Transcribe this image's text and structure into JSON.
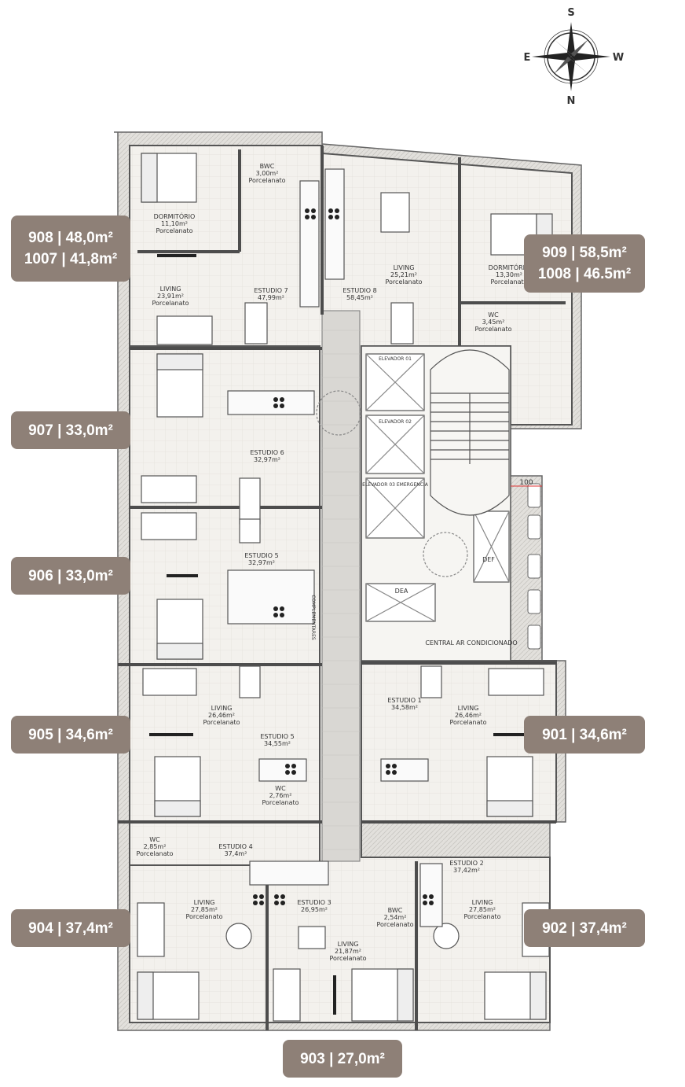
{
  "compass": {
    "north": "N",
    "south": "S",
    "east": "E",
    "west": "W"
  },
  "units": {
    "u908": {
      "line1": "908 | 48,0m²",
      "line2": "1007 | 41,8m²"
    },
    "u909": {
      "line1": "909 | 58,5m²",
      "line2": "1008 | 46.5m²"
    },
    "u907": "907 | 33,0m²",
    "u906": "906 | 33,0m²",
    "u905": "905 | 34,6m²",
    "u901": "901 | 34,6m²",
    "u904": "904 | 37,4m²",
    "u902": "902 | 37,4m²",
    "u903": "903 | 27,0m²"
  },
  "rooms": {
    "estudio7": {
      "name": "ESTUDIO 7",
      "area": "47,99m²"
    },
    "estudio8": {
      "name": "ESTUDIO 8",
      "area": "58,45m²"
    },
    "dormitorio7": {
      "name": "DORMITÓRIO",
      "area": "11,10m²",
      "finish": "Porcelanato"
    },
    "living7": {
      "name": "LIVING",
      "area": "23,91m²",
      "finish": "Porcelanato"
    },
    "bwc7": {
      "name": "BWC",
      "area": "3,00m²",
      "finish": "Porcelanato"
    },
    "living8": {
      "name": "LIVING",
      "area": "25,21m²",
      "finish": "Porcelanato"
    },
    "dormitorio8": {
      "name": "DORMITÓRIO",
      "area": "13,30m²",
      "finish": "Porcelanato"
    },
    "wc8": {
      "name": "WC",
      "area": "3,45m²",
      "finish": "Porcelanato"
    },
    "estudio6": {
      "name": "ESTUDIO 6",
      "area": "32,97m²"
    },
    "estudio5a": {
      "name": "ESTUDIO 5",
      "area": "32,97m²"
    },
    "estudio5b": {
      "name": "ESTUDIO 5",
      "area": "34,55m²"
    },
    "living5b": {
      "name": "LIVING",
      "area": "26,46m²",
      "finish": "Porcelanato"
    },
    "wc5b": {
      "name": "WC",
      "area": "2,76m²",
      "finish": "Porcelanato"
    },
    "estudio1": {
      "name": "ESTUDIO 1",
      "area": "34,58m²"
    },
    "living1": {
      "name": "LIVING",
      "area": "26,46m²",
      "finish": "Porcelanato"
    },
    "estudio4": {
      "name": "ESTUDIO 4",
      "area": "37,4m²"
    },
    "living4": {
      "name": "LIVING",
      "area": "27,85m²",
      "finish": "Porcelanato"
    },
    "wc4": {
      "name": "WC",
      "area": "2,85m²",
      "finish": "Porcelanato"
    },
    "estudio3": {
      "name": "ESTUDIO 3",
      "area": "26,95m²"
    },
    "living3": {
      "name": "LIVING",
      "area": "21,87m²",
      "finish": "Porcelanato"
    },
    "bwc3": {
      "name": "BWC",
      "area": "2,54m²",
      "finish": "Porcelanato"
    },
    "estudio2": {
      "name": "ESTUDIO 2",
      "area": "37,42m²"
    },
    "living2": {
      "name": "LIVING",
      "area": "27,85m²",
      "finish": "Porcelanato"
    },
    "elevador1": "ELEVADOR 01",
    "elevador2": "ELEVADOR 02",
    "elevador3": "ELEVADOR 03 EMERGENCIA",
    "dea": "DEA",
    "def": "DEF",
    "central_ar": "CENTRAL AR CONDICIONADO",
    "complementares": "COMPLEMENTARES",
    "stair_label": "100"
  },
  "colors": {
    "badge": "#8e8077",
    "wall": "#555555",
    "floor": "#f2f0ec",
    "corridor": "#d9d7d3"
  }
}
